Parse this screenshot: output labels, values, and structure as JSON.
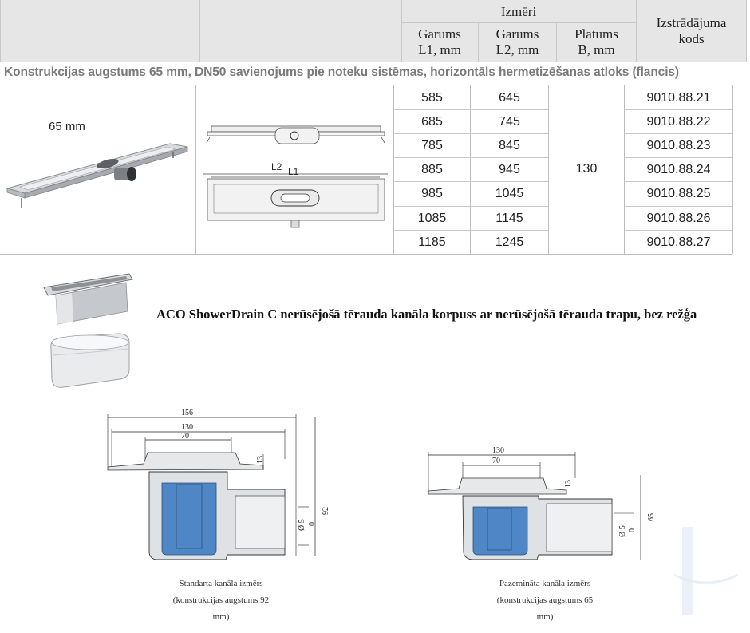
{
  "table": {
    "header": {
      "izmeri": "Izmēri",
      "garums_l1": [
        "Garums",
        "L1, mm"
      ],
      "garums_l2": [
        "Garums",
        "L2, mm"
      ],
      "platums": [
        "Platums",
        "B, mm"
      ],
      "kods": [
        "Izstrādājuma",
        "kods"
      ]
    },
    "section_title": "Konstrukcijas augstums 65 mm, DN50 savienojums pie noteku sistēmas, horizontāls hermetizēšanas atloks (flancis)",
    "product_label": "65 mm",
    "drawing_labels": {
      "l2": "L2",
      "l1": "L1"
    },
    "width_value": "130",
    "rows": [
      {
        "l1": "585",
        "l2": "645",
        "code": "9010.88.21"
      },
      {
        "l1": "685",
        "l2": "745",
        "code": "9010.88.22"
      },
      {
        "l1": "785",
        "l2": "845",
        "code": "9010.88.23"
      },
      {
        "l1": "885",
        "l2": "945",
        "code": "9010.88.24"
      },
      {
        "l1": "985",
        "l2": "1045",
        "code": "9010.88.25"
      },
      {
        "l1": "1085",
        "l2": "1145",
        "code": "9010.88.26"
      },
      {
        "l1": "1185",
        "l2": "1245",
        "code": "9010.88.27"
      }
    ]
  },
  "trap_title": "ACO ShowerDrain C nerūsējošā tērauda kanāla korpuss ar nerūsējošā tērauda trapu, bez režģa",
  "diagram_standard": {
    "dims": {
      "d156": "156",
      "d130": "130",
      "d70": "70",
      "d13": "13",
      "d92": "92",
      "dia": "Ø 5",
      "zero": "0"
    },
    "caption": [
      "Standarta kanāla izmērs",
      "(konstrukcijas augstums 92",
      "mm)"
    ]
  },
  "diagram_reduced": {
    "dims": {
      "d130": "130",
      "d70": "70",
      "d13": "13",
      "d65": "65",
      "dia": "Ø 5",
      "zero": "0"
    },
    "caption": [
      "Pazemināta kanāla izmērs",
      "(konstrukcijas augstums 65",
      "mm)"
    ]
  },
  "colors": {
    "header_bg": "#e6e6e6",
    "water_blue": "#4f86c6",
    "steel": "#d4d7da"
  }
}
